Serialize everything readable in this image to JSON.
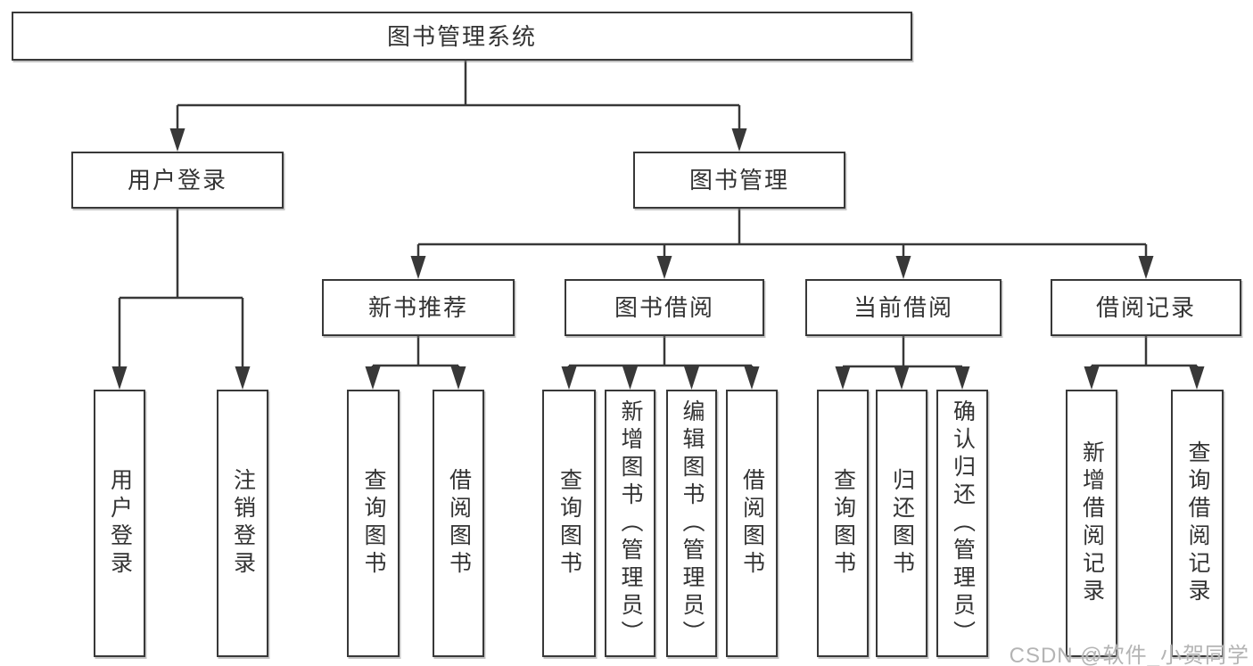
{
  "tree": {
    "root": "图书管理系统",
    "children": [
      {
        "label": "用户登录",
        "children": [
          "用户登录",
          "注销登录"
        ]
      },
      {
        "label": "图书管理",
        "children": [
          {
            "label": "新书推荐",
            "children": [
              "查询图书",
              "借阅图书"
            ]
          },
          {
            "label": "图书借阅",
            "children": [
              "查询图书",
              "新增图书（管理员）",
              "编辑图书（管理员）",
              "借阅图书"
            ]
          },
          {
            "label": "当前借阅",
            "children": [
              "查询图书",
              "归还图书",
              "确认归还（管理员）"
            ]
          },
          {
            "label": "借阅记录",
            "children": [
              "新增借阅记录",
              "查询借阅记录"
            ]
          }
        ]
      }
    ]
  },
  "watermark": "CSDN @软件_小贺同学",
  "colors": {
    "line": "#383838",
    "box_border": "#383838",
    "box_fill": "#ffffff",
    "text": "#333333",
    "watermark": "#b4b4b4",
    "background": "#ffffff"
  }
}
